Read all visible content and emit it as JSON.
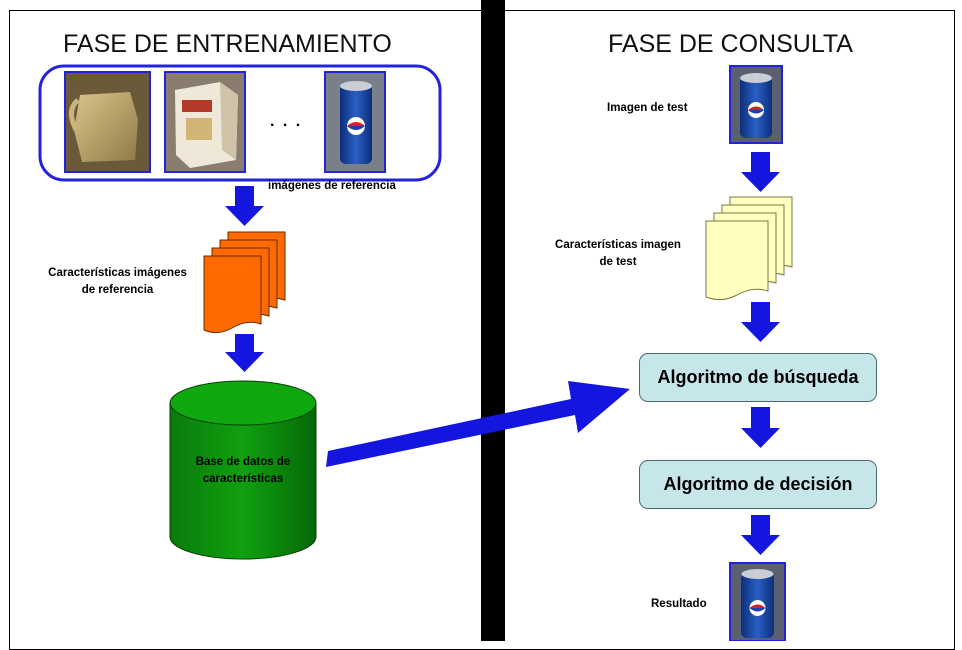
{
  "training": {
    "heading": "FASE DE ENTRENAMIENTO",
    "ellipsis": ". . .",
    "reference_images_label": "imágenes de referencia",
    "features_label_line1": "Características imágenes",
    "features_label_line2": "de referencia",
    "database_label_line1": "Base de datos de",
    "database_label_line2": "características",
    "thumbnails": [
      {
        "name": "jug-thumbnail",
        "depicts": "jug-image"
      },
      {
        "name": "box-thumbnail",
        "depicts": "box-image"
      },
      {
        "name": "can-thumbnail",
        "depicts": "can-image"
      }
    ]
  },
  "query": {
    "heading": "FASE DE CONSULTA",
    "test_image_label": "Imagen de test",
    "features_label_line1": "Características imagen",
    "features_label_line2": "de test",
    "search_algorithm": "Algoritmo de búsqueda",
    "decision_algorithm": "Algoritmo de decisión",
    "result_label": "Resultado"
  },
  "colors": {
    "arrow": "#1515e0",
    "reference_features": "#ff6a00",
    "test_features": "#ffffc0",
    "database": "#0a8a0a",
    "algorithm_box": "#c7e6ea",
    "thumbnail_border": "#2222dd"
  }
}
